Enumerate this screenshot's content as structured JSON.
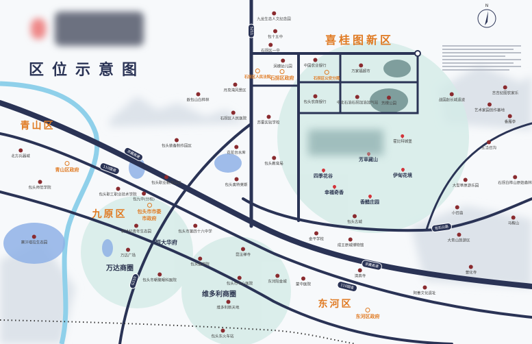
{
  "title": "区位示意图",
  "compass": {
    "label": "N"
  },
  "colors": {
    "road": "#2a3355",
    "district": "#e07a22",
    "poi": "#8a2b2f",
    "zone_fill": "#d3ebe7",
    "river": "#8fd0ea",
    "lake": "#8fb2e6"
  },
  "districts": [
    "青山区",
    "九原区",
    "东河区",
    "喜桂图新区"
  ],
  "zones": [
    "万达商圈",
    "维多利商圈",
    "恒大华府",
    "芳草藏山"
  ],
  "roads": [
    "S211",
    "京藏高速",
    "京藏高速",
    "110国道",
    "110国道",
    "包石公路",
    "G210"
  ],
  "government": [
    "石拐区人民法院",
    "石拐区政府",
    "石拐区公安分局",
    "青山区政府",
    "包头市市委市政府",
    "东河区政府"
  ],
  "pois": [
    "九龙生态人文纪念园",
    "包十五中",
    "石拐区一中",
    "润德幼儿园",
    "中国农业银行",
    "万家福超市",
    "包头农商银行",
    "中北石油石拐加油加气站",
    "芳棵公园",
    "战国赵长城遗迹",
    "吉吉纪图农家乐",
    "艺术家园创作基地",
    "香雁亭",
    "五当召沟",
    "大型草原游乐园",
    "石拐白桦山原始森林",
    "小召庙",
    "马鞍山",
    "大青山旅游区",
    "普化寺",
    "阿善文化遗址",
    "月亮湾风景区",
    "敖包山白桦林",
    "石拐区人民医院",
    "苏雷实验学校",
    "包头装备制作园区",
    "花花台水库",
    "包头教育局",
    "北方兵器城",
    "包头师范学院",
    "包头职业教育园区",
    "包头职工职业技术学院",
    "包九中(分校)",
    "新世纪青年生态园",
    "万达广场",
    "包头市第四十六中学",
    "包头医学院",
    "昆法禅寺",
    "包头市朝聚眼科医院",
    "包头市中心医院",
    "维多利新天地",
    "包头东火车站",
    "赛汗塔拉生态园",
    "包头奥特莱斯",
    "包头古城",
    "金平学校",
    "成王原城博物馆",
    "清真寺",
    "东河阳金城",
    "蒙中医院"
  ],
  "project_pois": [
    "霍比特城堡",
    "伊甸花境",
    "四季花谷",
    "幸福奇香",
    "香醋庄园"
  ]
}
